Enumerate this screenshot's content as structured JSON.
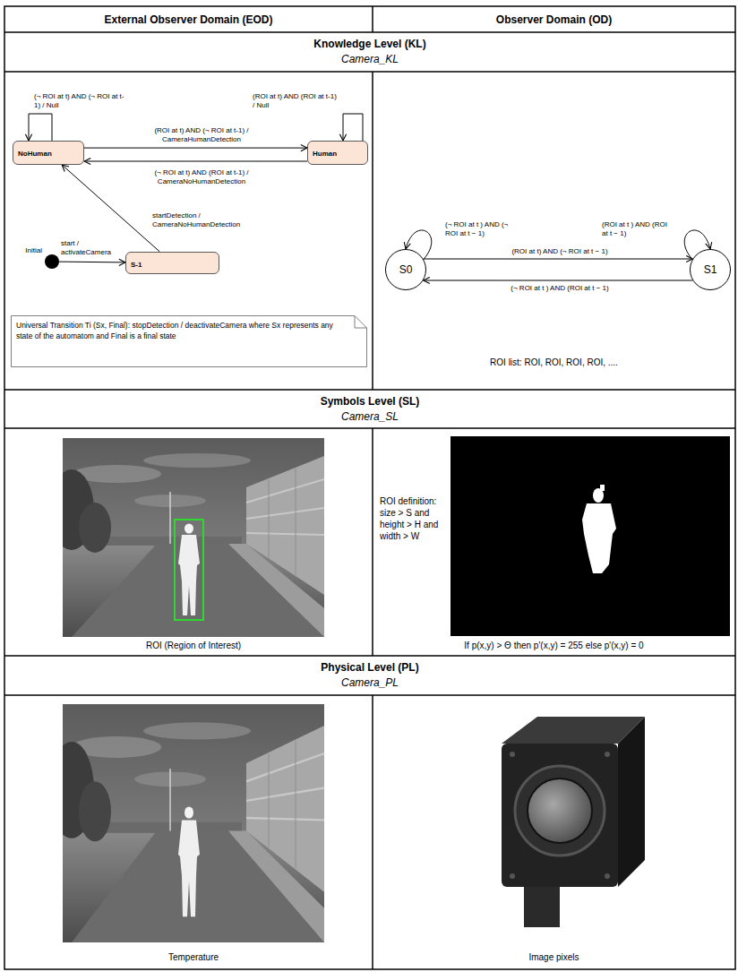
{
  "diagram": {
    "nodes": [
      {
        "text": [
          "External Observer Domain (EOD)"
        ]
      },
      {
        "text": [
          "Observer Domain (OD)"
        ]
      },
      {
        "text": [
          "Knowledge Level (KL)",
          "Camera_KL"
        ]
      },
      {
        "text": [
          "NoHuman"
        ]
      },
      {
        "text": [
          "Human"
        ]
      },
      {
        "text": [
          "Initial"
        ]
      },
      {
        "text": [
          "S-1"
        ]
      },
      {
        "text": [
          "Universal Transition Ti (Sx, Final): stopDetection / deactivateCamera where Sx represents any state of the automatom and Final is a final state"
        ]
      },
      {
        "text": [
          "S0"
        ]
      },
      {
        "text": [
          "S1"
        ]
      },
      {
        "text": [
          "Symbols Level (SL)",
          "Camera_SL"
        ]
      },
      {
        "text": [
          "Physical Level (PL)",
          "Camera_PL"
        ]
      }
    ],
    "edges": [
      {
        "from": 3,
        "to": 3,
        "arrow": "to",
        "label": "(¬ ROI at t) AND (¬ ROI at t-1) / Null"
      },
      {
        "from": 4,
        "to": 4,
        "arrow": "to",
        "label": "(ROI at t) AND (ROI at t-1) / Null"
      },
      {
        "from": 3,
        "to": 4,
        "arrow": "to",
        "label": "(ROI at t) AND (¬ ROI at t-1) / CameraHumanDetection"
      },
      {
        "from": 4,
        "to": 3,
        "arrow": "to",
        "label": "(¬ ROI at t) AND (ROI at t-1) / CameraNoHumanDetection"
      },
      {
        "from": 6,
        "to": 3,
        "arrow": "to",
        "label": "startDetection / CameraNoHumanDetection"
      },
      {
        "from": 5,
        "to": 6,
        "arrow": "to",
        "label": "start / activateCamera"
      },
      {
        "from": 8,
        "to": 8,
        "arrow": "to",
        "label": "(¬ ROI at t ) AND (¬ ROI at t − 1)"
      },
      {
        "from": 9,
        "to": 9,
        "arrow": "to",
        "label": "(ROI at t ) AND (ROI at t − 1)"
      },
      {
        "from": 8,
        "to": 9,
        "arrow": "to",
        "label": "(ROI at t) AND (¬ ROI at t − 1)"
      },
      {
        "from": 9,
        "to": 8,
        "arrow": "to",
        "label": "(¬ ROI at t ) AND (ROI at t − 1)"
      }
    ],
    "labels": [
      "ROI list: ROI, ROI, ROI, ROI, ....",
      "ROI (Region of Interest)",
      "ROI definition: size > S and height > H and width > W",
      "If p(x,y) > Θ then p'(x,y) = 255 else p'(x,y) = 0",
      "Temperature",
      "Image pixels"
    ]
  }
}
